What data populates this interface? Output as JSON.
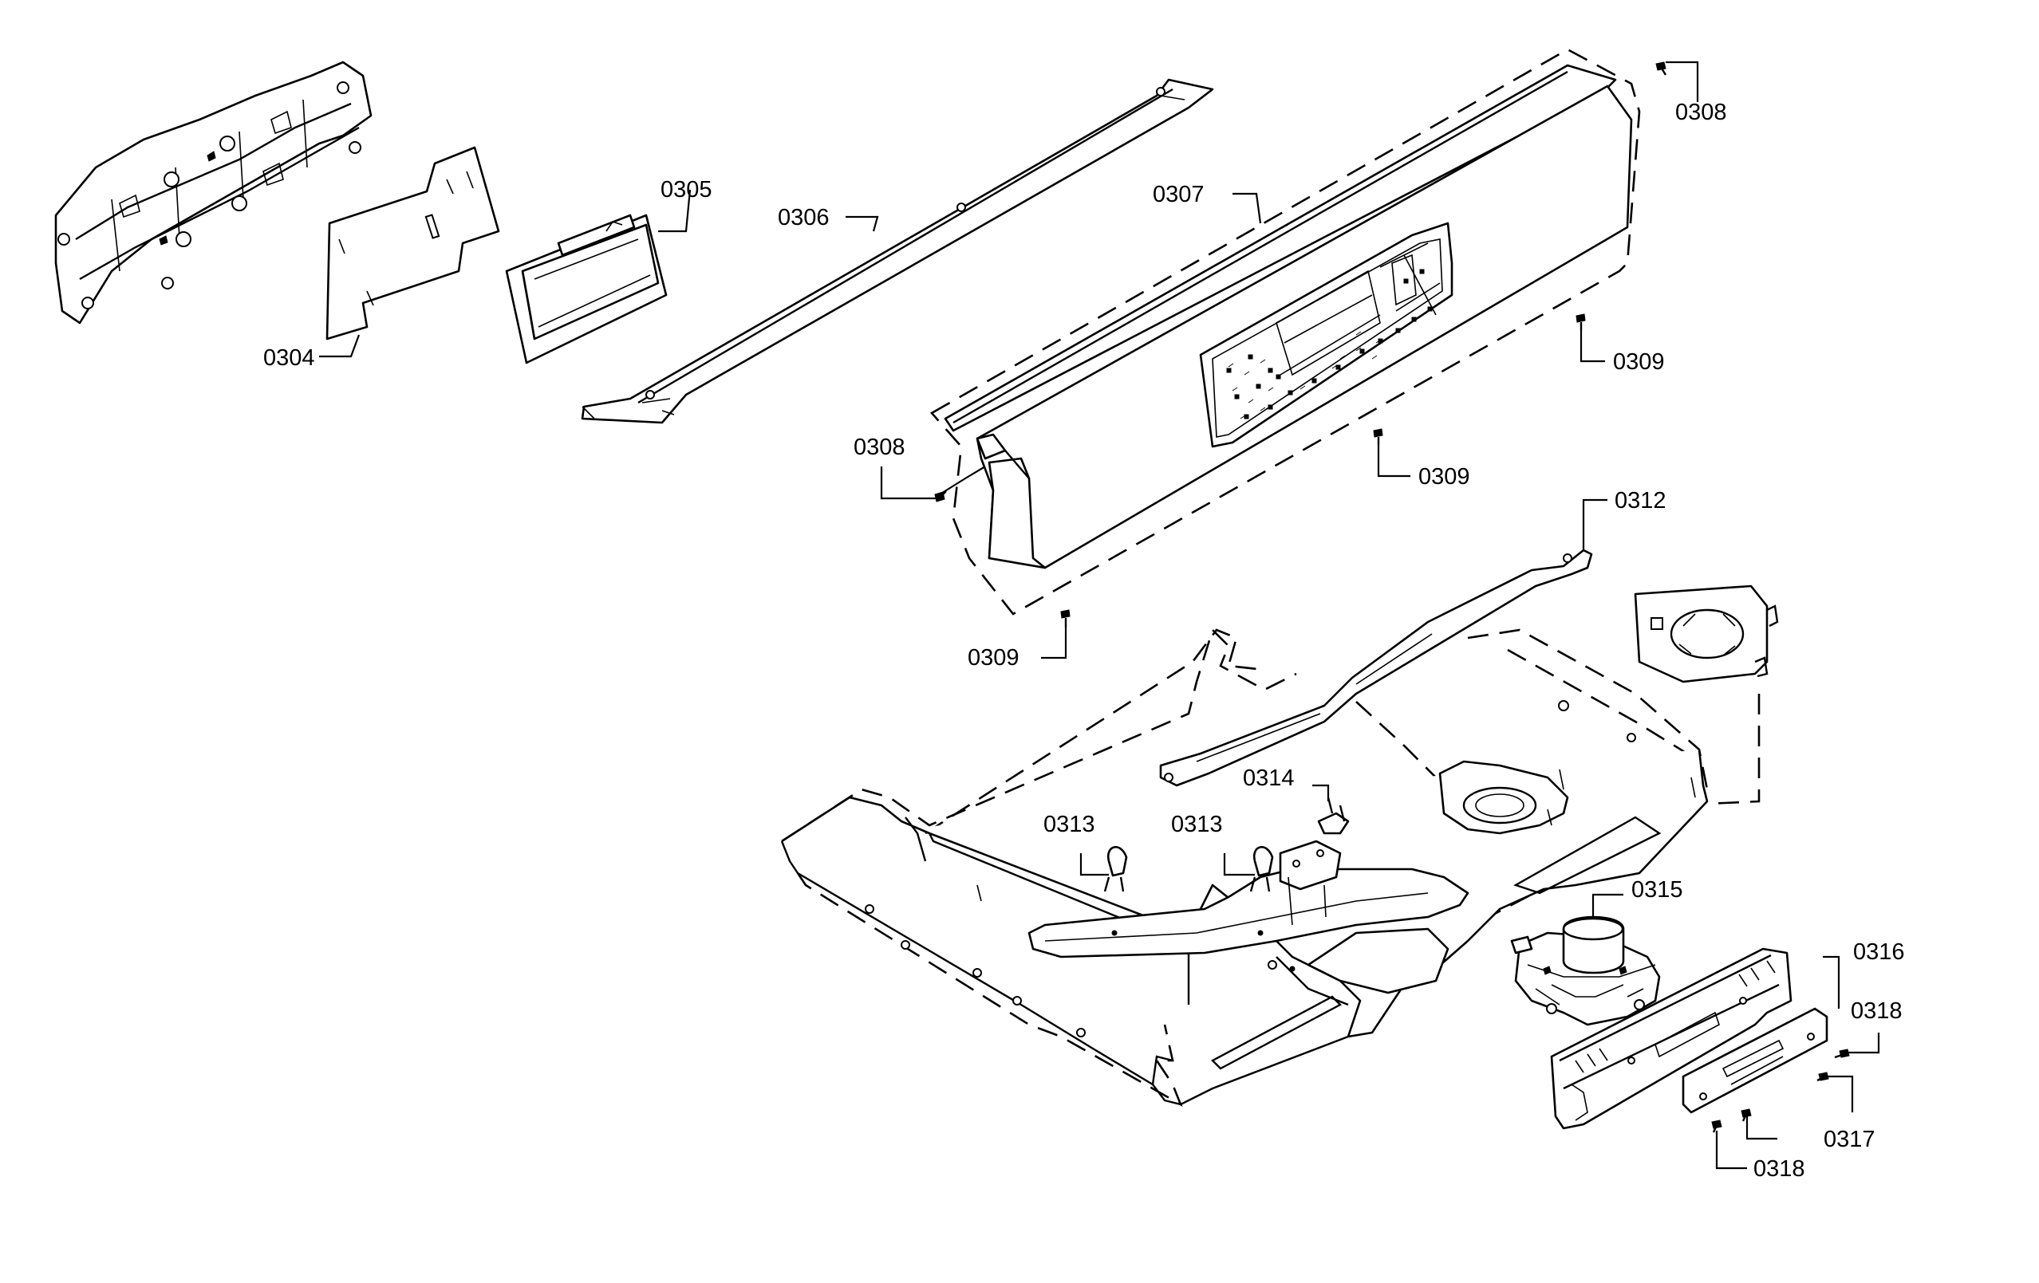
{
  "callouts": {
    "c0304": "0304",
    "c0305": "0305",
    "c0306": "0306",
    "c0307": "0307",
    "c0308_top": "0308",
    "c0308_left": "0308",
    "c0309_right": "0309",
    "c0309_mid": "0309",
    "c0309_bottom": "0309",
    "c0312": "0312",
    "c0313_left": "0313",
    "c0313_right": "0313",
    "c0314": "0314",
    "c0315": "0315",
    "c0316": "0316",
    "c0317": "0317",
    "c0318_top": "0318",
    "c0318_bottom": "0318"
  }
}
